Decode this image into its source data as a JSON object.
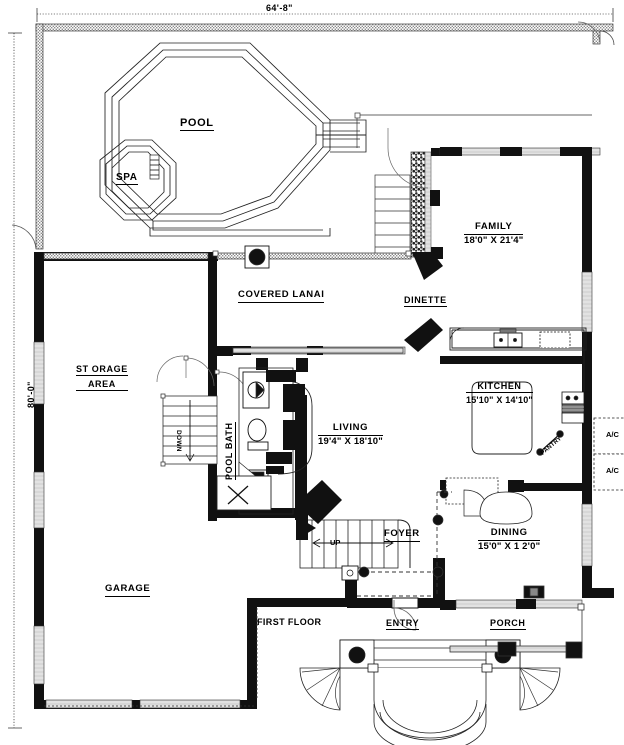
{
  "drawing": {
    "title": "FIRST FLOOR",
    "overall_width": "64'-8\"",
    "overall_depth": "80'-0\"",
    "ink": "#000000",
    "paper": "#ffffff",
    "wall_fill": "#111111",
    "hatch_gray": "#9a9a9a"
  },
  "rooms": [
    {
      "id": "pool",
      "name": "POOL",
      "dim": ""
    },
    {
      "id": "spa",
      "name": "SPA",
      "dim": ""
    },
    {
      "id": "covered_lanai",
      "name": "COVERED LANAI",
      "dim": ""
    },
    {
      "id": "family",
      "name": "FAMILY",
      "dim": "18'0\" X 21'4\""
    },
    {
      "id": "dinette",
      "name": "DINETTE",
      "dim": ""
    },
    {
      "id": "kitchen",
      "name": "KITCHEN",
      "dim": "15'10\" X 14'10\""
    },
    {
      "id": "dining",
      "name": "DINING",
      "dim": "15'0\" X 1 2'0\""
    },
    {
      "id": "living",
      "name": "LIVING",
      "dim": "19'4\" X 18'10\""
    },
    {
      "id": "storage",
      "name_line1": "ST ORAGE",
      "name_line2": "AREA",
      "dim": ""
    },
    {
      "id": "garage",
      "name": "GARAGE",
      "dim": ""
    },
    {
      "id": "pool_bath",
      "name": "POOL BATH",
      "dim": ""
    },
    {
      "id": "foyer",
      "name": "FOYER",
      "dim": ""
    },
    {
      "id": "entry",
      "name": "ENTRY",
      "dim": ""
    },
    {
      "id": "porch",
      "name": "PORCH",
      "dim": ""
    }
  ],
  "annotations": {
    "stair_down": "DOWN",
    "stair_up": "UP",
    "pantry": "PANTRY",
    "ac_unit_1": "A/C",
    "ac_unit_2": "A/C",
    "floor_note": "FIRST FLOOR"
  },
  "dimensions": {
    "top": "64'-8\"",
    "left": "80'-0\""
  }
}
